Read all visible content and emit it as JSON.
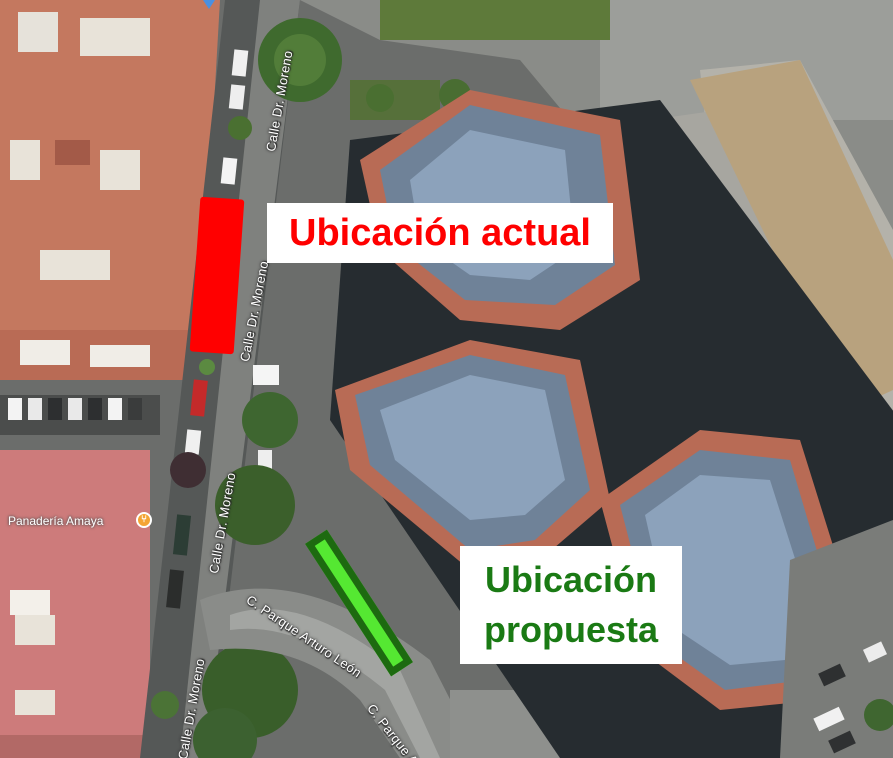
{
  "map": {
    "view": "satellite",
    "streets": {
      "north_1": "Calle Dr. Moreno",
      "north_2": "Calle Dr. Moreno",
      "middle": "Calle Dr. Moreno",
      "south": "Calle Dr. Moreno",
      "park_1": "C. Parque Arturo León",
      "park_2": "C. Parque Ar"
    },
    "poi": {
      "name": "Panadería Amaya",
      "icon": "restaurant-pin-icon"
    }
  },
  "annotations": {
    "current": {
      "label": "Ubicación actual",
      "color": "#ff0000"
    },
    "proposed": {
      "line1": "Ubicación",
      "line2": "propuesta",
      "color": "#1a7a14",
      "fill": "#55e832",
      "border": "#1d6a10"
    }
  }
}
